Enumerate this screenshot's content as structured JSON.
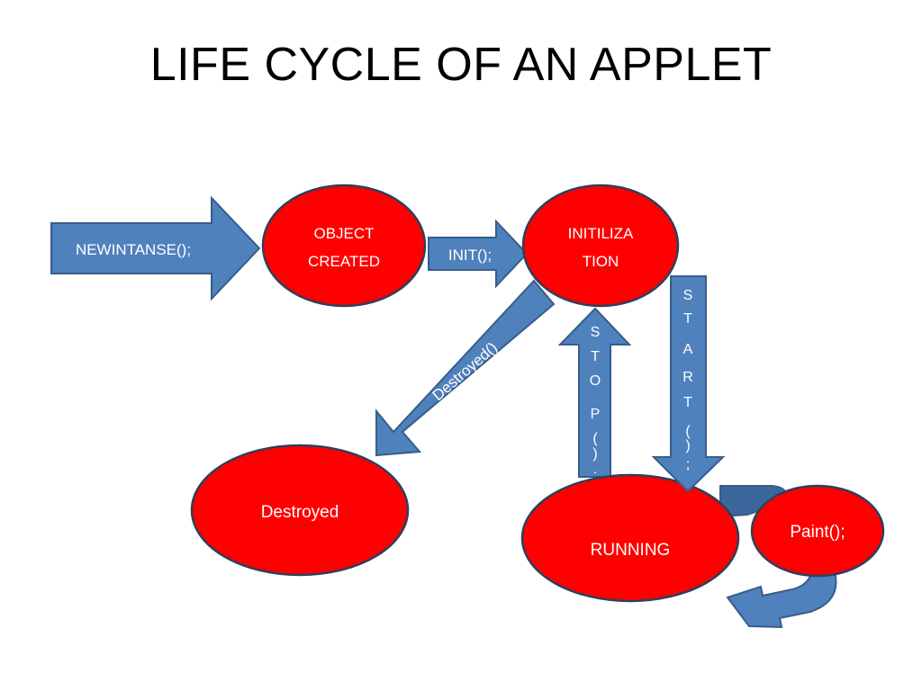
{
  "title": "LIFE CYCLE OF AN APPLET",
  "colors": {
    "node_fill": "#ff0000",
    "node_stroke": "#2e3f5c",
    "arrow_fill": "#4f81bd",
    "arrow_stroke": "#385d8a",
    "text": "#ffffff",
    "title": "#000000"
  },
  "nodes": {
    "object_created": {
      "line1": "OBJECT",
      "line2": "CREATED"
    },
    "initialization": {
      "line1": "INITILIZA",
      "line2": "TION"
    },
    "destroyed": {
      "label": "Destroyed"
    },
    "running": {
      "label": "RUNNING"
    },
    "paint": {
      "label": "Paint();"
    }
  },
  "arrows": {
    "newinstance": "NEWINTANSE();",
    "init": "INIT();",
    "destroyed": "Destroyed()",
    "stop": [
      "S",
      "T",
      "O",
      "P",
      "(",
      ")",
      ";"
    ],
    "start": [
      "S",
      "T",
      "A",
      "R",
      "T",
      "(",
      ")",
      ";"
    ]
  }
}
